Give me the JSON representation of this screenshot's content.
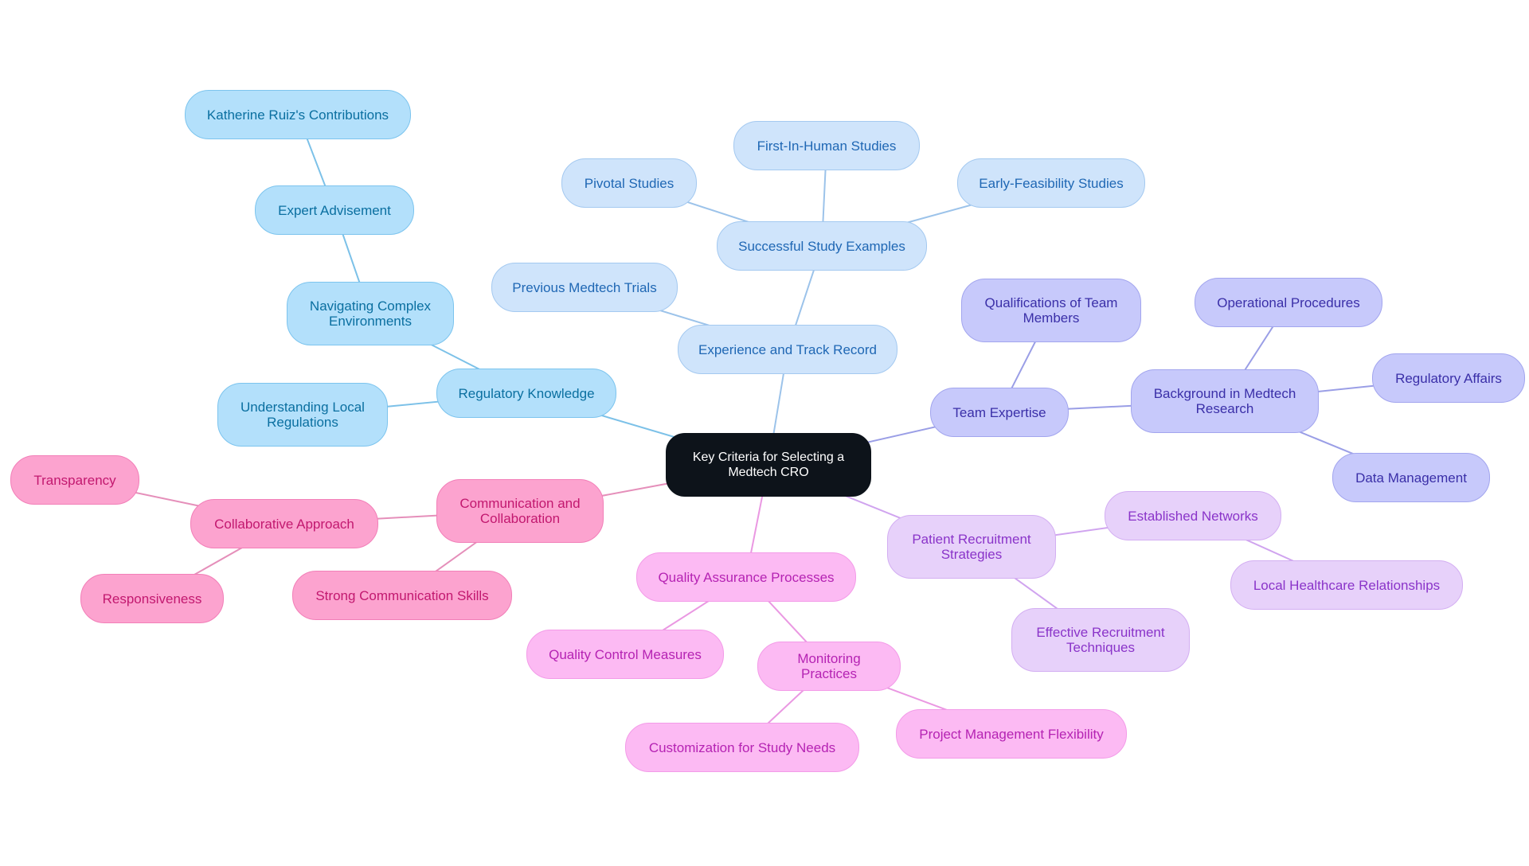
{
  "palette": {
    "center": {
      "fill": "#0d131a",
      "stroke": "#0d131a",
      "text": "#ffffff",
      "line": "#8bbbe0"
    },
    "cyan": {
      "fill": "#b3e0fb",
      "stroke": "#7cc4ee",
      "text": "#0a6fa0",
      "line": "#7cc1e8"
    },
    "sky": {
      "fill": "#cfe4fb",
      "stroke": "#a4c9f0",
      "text": "#1f67b4",
      "line": "#9cc3ea"
    },
    "indigo": {
      "fill": "#c7c9fb",
      "stroke": "#a2a5ee",
      "text": "#3a2fa8",
      "line": "#9a9ee6"
    },
    "lavender": {
      "fill": "#e7d1fa",
      "stroke": "#d3aef2",
      "text": "#8a34c9",
      "line": "#d0a4ef"
    },
    "magenta": {
      "fill": "#fcbaf3",
      "stroke": "#f39be8",
      "text": "#b523b3",
      "line": "#ea98e2"
    },
    "pink": {
      "fill": "#fca3cf",
      "stroke": "#f27fb8",
      "text": "#c2186f",
      "line": "#e58fba"
    }
  },
  "nodes": [
    {
      "id": "root",
      "label": "Key Criteria for Selecting a Medtech CRO",
      "palette": "center"
    },
    {
      "id": "reg",
      "label": "Regulatory Knowledge",
      "palette": "cyan"
    },
    {
      "id": "ulr",
      "label": "Understanding Local Regulations",
      "palette": "cyan"
    },
    {
      "id": "nce",
      "label": "Navigating Complex Environments",
      "palette": "cyan"
    },
    {
      "id": "ea",
      "label": "Expert Advisement",
      "palette": "cyan"
    },
    {
      "id": "krc",
      "label": "Katherine Ruiz's Contributions",
      "palette": "cyan"
    },
    {
      "id": "exp",
      "label": "Experience and Track Record",
      "palette": "sky"
    },
    {
      "id": "pmt",
      "label": "Previous Medtech Trials",
      "palette": "sky"
    },
    {
      "id": "sse",
      "label": "Successful Study Examples",
      "palette": "sky"
    },
    {
      "id": "ps",
      "label": "Pivotal Studies",
      "palette": "sky"
    },
    {
      "id": "fih",
      "label": "First-In-Human Studies",
      "palette": "sky"
    },
    {
      "id": "efs",
      "label": "Early-Feasibility Studies",
      "palette": "sky"
    },
    {
      "id": "te",
      "label": "Team Expertise",
      "palette": "indigo"
    },
    {
      "id": "qtm",
      "label": "Qualifications of Team Members",
      "palette": "indigo"
    },
    {
      "id": "bmr",
      "label": "Background in Medtech Research",
      "palette": "indigo"
    },
    {
      "id": "op",
      "label": "Operational Procedures",
      "palette": "indigo"
    },
    {
      "id": "ra",
      "label": "Regulatory Affairs",
      "palette": "indigo"
    },
    {
      "id": "dm",
      "label": "Data Management",
      "palette": "indigo"
    },
    {
      "id": "prs",
      "label": "Patient Recruitment Strategies",
      "palette": "lavender"
    },
    {
      "id": "en",
      "label": "Established Networks",
      "palette": "lavender"
    },
    {
      "id": "lhr",
      "label": "Local Healthcare Relationships",
      "palette": "lavender"
    },
    {
      "id": "ert",
      "label": "Effective Recruitment Techniques",
      "palette": "lavender"
    },
    {
      "id": "qap",
      "label": "Quality Assurance Processes",
      "palette": "magenta"
    },
    {
      "id": "qcm",
      "label": "Quality Control Measures",
      "palette": "magenta"
    },
    {
      "id": "mp",
      "label": "Monitoring Practices",
      "palette": "magenta"
    },
    {
      "id": "csn",
      "label": "Customization for Study Needs",
      "palette": "magenta"
    },
    {
      "id": "pmf",
      "label": "Project Management Flexibility",
      "palette": "magenta"
    },
    {
      "id": "cac",
      "label": "Communication and Collaboration",
      "palette": "pink"
    },
    {
      "id": "ca",
      "label": "Collaborative Approach",
      "palette": "pink"
    },
    {
      "id": "tr",
      "label": "Transparency",
      "palette": "pink"
    },
    {
      "id": "re",
      "label": "Responsiveness",
      "palette": "pink"
    },
    {
      "id": "scs",
      "label": "Strong Communication Skills",
      "palette": "pink"
    }
  ],
  "edges": [
    {
      "from": "root",
      "to": "reg"
    },
    {
      "from": "reg",
      "to": "ulr"
    },
    {
      "from": "reg",
      "to": "nce"
    },
    {
      "from": "nce",
      "to": "ea"
    },
    {
      "from": "ea",
      "to": "krc"
    },
    {
      "from": "root",
      "to": "exp"
    },
    {
      "from": "exp",
      "to": "pmt"
    },
    {
      "from": "exp",
      "to": "sse"
    },
    {
      "from": "sse",
      "to": "ps"
    },
    {
      "from": "sse",
      "to": "fih"
    },
    {
      "from": "sse",
      "to": "efs"
    },
    {
      "from": "root",
      "to": "te"
    },
    {
      "from": "te",
      "to": "qtm"
    },
    {
      "from": "te",
      "to": "bmr"
    },
    {
      "from": "bmr",
      "to": "op"
    },
    {
      "from": "bmr",
      "to": "ra"
    },
    {
      "from": "bmr",
      "to": "dm"
    },
    {
      "from": "root",
      "to": "prs"
    },
    {
      "from": "prs",
      "to": "en"
    },
    {
      "from": "en",
      "to": "lhr"
    },
    {
      "from": "prs",
      "to": "ert"
    },
    {
      "from": "root",
      "to": "qap"
    },
    {
      "from": "qap",
      "to": "qcm"
    },
    {
      "from": "qap",
      "to": "mp"
    },
    {
      "from": "mp",
      "to": "csn"
    },
    {
      "from": "mp",
      "to": "pmf"
    },
    {
      "from": "root",
      "to": "cac"
    },
    {
      "from": "cac",
      "to": "ca"
    },
    {
      "from": "ca",
      "to": "tr"
    },
    {
      "from": "ca",
      "to": "re"
    },
    {
      "from": "cac",
      "to": "scs"
    }
  ]
}
